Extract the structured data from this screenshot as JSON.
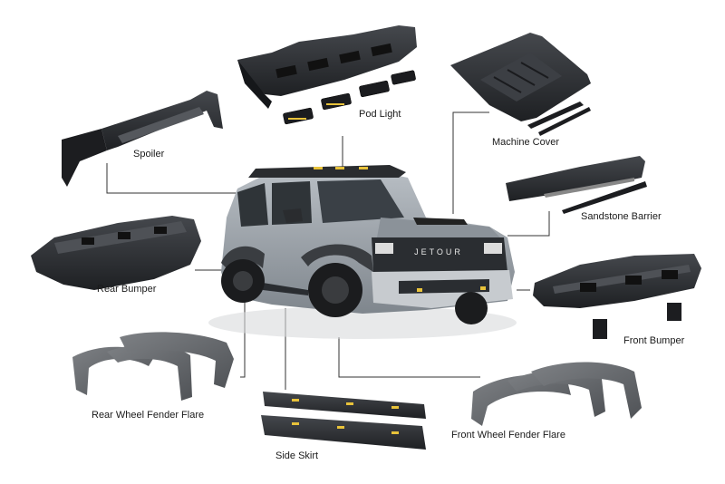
{
  "parts": [
    {
      "id": "pod-light",
      "label": "Pod Light"
    },
    {
      "id": "machine-cover",
      "label": "Machine Cover"
    },
    {
      "id": "spoiler",
      "label": "Spoiler"
    },
    {
      "id": "sandstone-barrier",
      "label": "Sandstone Barrier"
    },
    {
      "id": "rear-bumper",
      "label": "Rear Bumper"
    },
    {
      "id": "front-bumper",
      "label": "Front Bumper"
    },
    {
      "id": "rear-wheel-fender-flare",
      "label": "Rear Wheel Fender Flare"
    },
    {
      "id": "front-wheel-fender-flare",
      "label": "Front Wheel Fender Flare"
    },
    {
      "id": "side-skirt",
      "label": "Side Skirt"
    }
  ],
  "vehicle": {
    "grille_text": "JETOUR"
  },
  "colors": {
    "part": "#2b2d30",
    "part_light": "#4a4d52",
    "flare": "#6b6e72",
    "body": "#9aa1a8",
    "line": "#333333",
    "led": "#e8c23a"
  }
}
